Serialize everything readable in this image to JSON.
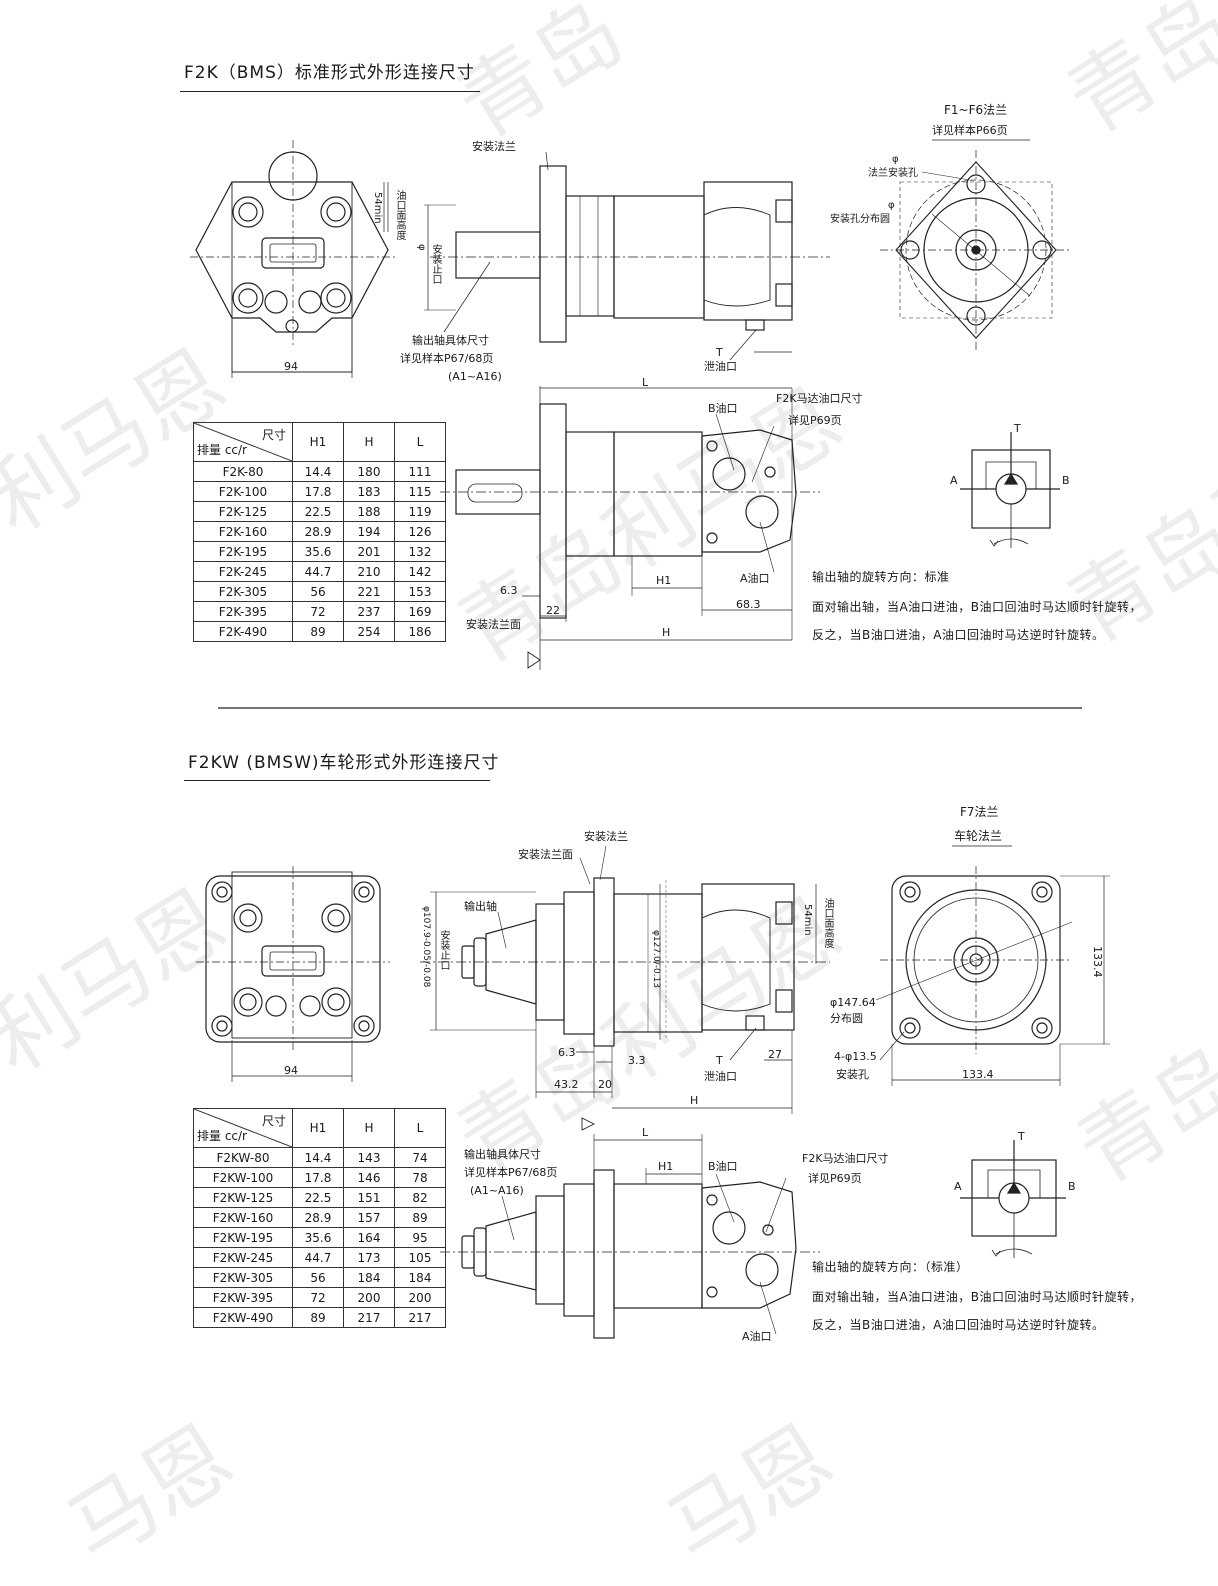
{
  "section1": {
    "title": "F2K（BMS）标准形式外形连接尺寸",
    "labels": {
      "mount_flange": "安装法兰",
      "flange_series": "F1~F6法兰",
      "flange_ref": "详见样本P66页",
      "phi1": "φ",
      "flange_hole": "法兰安装孔",
      "phi2": "φ",
      "hole_circle": "安装孔分布圆",
      "min54": "54min",
      "port_face_height": "油口面高度",
      "phi3": "φ",
      "pilot": "安装止口",
      "shaft_dims": "输出轴具体尺寸",
      "shaft_ref": "详见样本P67/68页",
      "shaft_range": "(A1~A16)",
      "t_label": "T",
      "drain": "泄油口",
      "dim_94": "94",
      "dim_L": "L",
      "b_port": "B油口",
      "port_dims": "F2K马达油口尺寸",
      "port_ref": "详见P69页",
      "a_port": "A油口",
      "dim_h1": "H1",
      "dim_63": "6.3",
      "dim_22": "22",
      "dim_683": "68.3",
      "dim_H": "H",
      "mount_face": "安装法兰面",
      "schem_t": "T",
      "schem_a": "A",
      "schem_b": "B"
    },
    "notes": [
      "输出轴的旋转方向：标准",
      "面对输出轴，当A油口进油，B油口回油时马达顺时针旋转，",
      "反之，当B油口进油，A油口回油时马达逆时针旋转。"
    ],
    "table": {
      "header_top": "尺寸",
      "header_bottom": "排量 cc/r",
      "columns": [
        "H1",
        "H",
        "L"
      ],
      "rows": [
        [
          "F2K-80",
          "14.4",
          "180",
          "111"
        ],
        [
          "F2K-100",
          "17.8",
          "183",
          "115"
        ],
        [
          "F2K-125",
          "22.5",
          "188",
          "119"
        ],
        [
          "F2K-160",
          "28.9",
          "194",
          "126"
        ],
        [
          "F2K-195",
          "35.6",
          "201",
          "132"
        ],
        [
          "F2K-245",
          "44.7",
          "210",
          "142"
        ],
        [
          "F2K-305",
          "56",
          "221",
          "153"
        ],
        [
          "F2K-395",
          "72",
          "237",
          "169"
        ],
        [
          "F2K-490",
          "89",
          "254",
          "186"
        ]
      ]
    }
  },
  "section2": {
    "title": "F2KW (BMSW)车轮形式外形连接尺寸",
    "labels": {
      "mount_flange": "安装法兰",
      "mount_face": "安装法兰面",
      "output_shaft": "输出轴",
      "dia_107": "φ107.9-0.05/-0.08",
      "pilot": "安装止口",
      "dia_127": "φ127.0/-0.13",
      "min54": "54min",
      "port_face_height": "油口面高度",
      "flange_series": "F7法兰",
      "wheel_flange": "车轮法兰",
      "dim_1334v": "133.4",
      "dim_1334h": "133.4",
      "dia_14764": "φ147.64",
      "dist_circle": "分布圆",
      "holes": "4-φ13.5",
      "mount_hole": "安装孔",
      "dim_94": "94",
      "dim_63": "6.3",
      "dim_33": "3.3",
      "t_label": "T",
      "drain": "泄油口",
      "dim_27": "27",
      "dim_432": "43.2",
      "dim_20": "20",
      "dim_H": "H",
      "dim_L": "L",
      "dim_h1": "H1",
      "b_port": "B油口",
      "port_dims": "F2K马达油口尺寸",
      "port_ref": "详见P69页",
      "a_port": "A油口",
      "shaft_dims": "输出轴具体尺寸",
      "shaft_ref": "详见样本P67/68页",
      "shaft_range": "(A1~A16)",
      "schem_t": "T",
      "schem_a": "A",
      "schem_b": "B"
    },
    "notes": [
      "输出轴的旋转方向：（标准）",
      "面对输出轴，当A油口进油，B油口回油时马达顺时针旋转，",
      "反之，当B油口进油，A油口回油时马达逆时针旋转。"
    ],
    "table": {
      "header_top": "尺寸",
      "header_bottom": "排量 cc/r",
      "columns": [
        "H1",
        "H",
        "L"
      ],
      "rows": [
        [
          "F2KW-80",
          "14.4",
          "143",
          "74"
        ],
        [
          "F2KW-100",
          "17.8",
          "146",
          "78"
        ],
        [
          "F2KW-125",
          "22.5",
          "151",
          "82"
        ],
        [
          "F2KW-160",
          "28.9",
          "157",
          "89"
        ],
        [
          "F2KW-195",
          "35.6",
          "164",
          "95"
        ],
        [
          "F2KW-245",
          "44.7",
          "173",
          "105"
        ],
        [
          "F2KW-305",
          "56",
          "184",
          "184"
        ],
        [
          "F2KW-395",
          "72",
          "200",
          "200"
        ],
        [
          "F2KW-490",
          "89",
          "217",
          "217"
        ]
      ]
    }
  },
  "watermarks": [
    "青岛",
    "青岛利",
    "利马恩",
    "青岛利马恩",
    "青岛利马恩",
    "青岛和",
    "利马恩",
    "青岛利马恩",
    "青岛和",
    "马恩",
    "马恩"
  ]
}
